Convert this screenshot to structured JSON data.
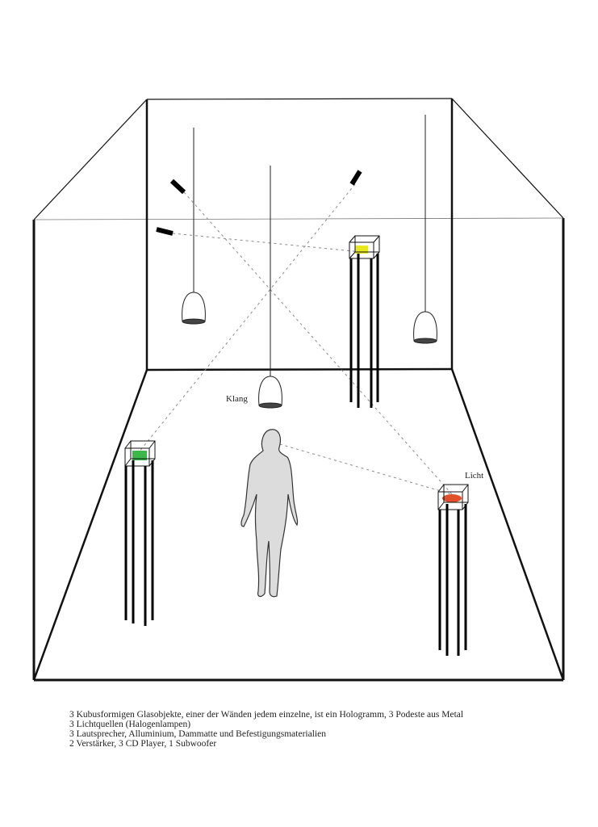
{
  "labels": {
    "sound": "Klang",
    "light": "Licht"
  },
  "caption": [
    "3 Kubusformigen Glasobjekte, einer der Wänden jedem einzelne, ist ein Hologramm, 3 Podeste aus Metal",
    "3 Lichtquellen (Halogenlampen)",
    "3 Lautsprecher, Alluminium, Dammatte und Befestigungsmaterialien",
    "2 Verstärker, 3 CD Player, 1 Subwoofer"
  ],
  "colors": {
    "hologram_top": "#e8e820",
    "hologram_left": "#3cb84a",
    "hologram_right": "#e0502a"
  }
}
